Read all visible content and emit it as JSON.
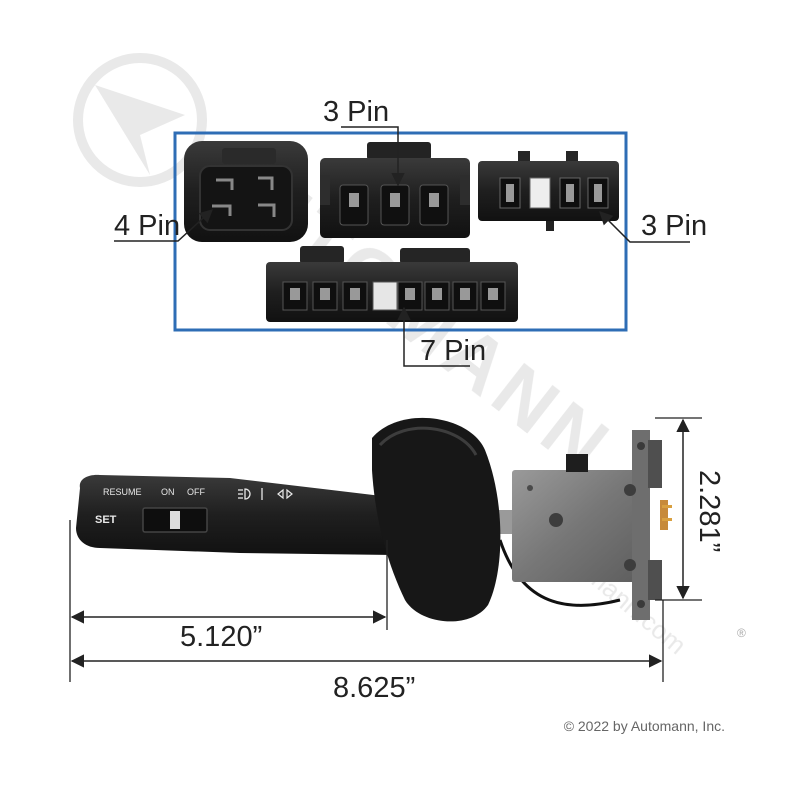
{
  "connectors": {
    "four_pin": "4 Pin",
    "three_pin_top": "3 Pin",
    "three_pin_right": "3 Pin",
    "seven_pin": "7 Pin"
  },
  "switch": {
    "resume_label": "RESUME",
    "on_label": "ON",
    "off_label": "OFF",
    "set_label": "SET"
  },
  "dimensions": {
    "lever_length": "5.120”",
    "total_length": "8.625”",
    "body_height": "2.281”"
  },
  "watermark": {
    "text": "AUTOMANN",
    "url": "automann.com"
  },
  "copyright": "© 2022 by Automann, Inc.",
  "colors": {
    "frame_blue": "#2e6db5",
    "plastic_black": "#1c1c1c",
    "metal_gray": "#7d7d7d",
    "dim_line": "#222222"
  }
}
